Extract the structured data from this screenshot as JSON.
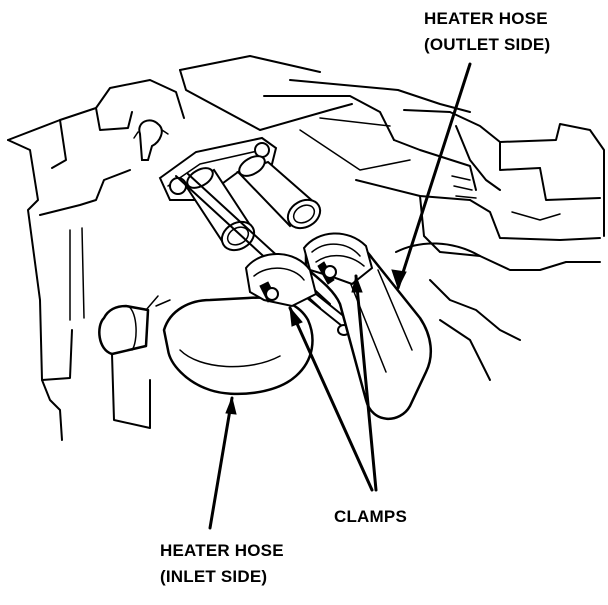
{
  "labels": {
    "outlet_line1": "HEATER HOSE",
    "outlet_line2": "(OUTLET SIDE)",
    "inlet_line1": "HEATER HOSE",
    "inlet_line2": "(INLET SIDE)",
    "clamps": "CLAMPS"
  }
}
